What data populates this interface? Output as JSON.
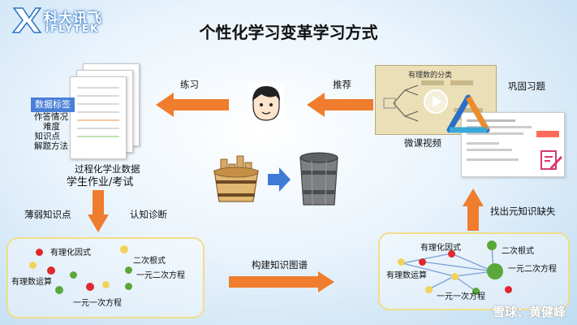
{
  "brand": {
    "name_cn": "科大讯飞",
    "name_en": "iFLYTEK"
  },
  "title": "个性化学习变革学习方式",
  "steps": {
    "practice": "练习",
    "recommend": "推荐",
    "consolidate": "巩固习题",
    "micro_video": "微课视频",
    "process_data": "过程化学业数据",
    "homework_exam": "学生作业/考试",
    "weak_points": "薄弱知识点",
    "cognitive_diagnosis": "认知诊断",
    "build_graph": "构建知识图谱",
    "find_gaps": "找出元知识缺失"
  },
  "data_tag": {
    "label": "数据标签",
    "dimensions": [
      "作答情况",
      "难度",
      "知识点",
      "解题方法"
    ]
  },
  "video": {
    "title": "有理数的分类"
  },
  "left_graph_nodes": {
    "factoring": "有理化因式",
    "quadratic_root": "二次根式",
    "rational_ops": "有理数运算",
    "quadratic_eq": "一元二次方程",
    "linear_eq": "一元一次方程"
  },
  "right_graph_nodes": {
    "factoring": "有理化因式",
    "quadratic_root": "二次根式",
    "rational_ops": "有理数运算",
    "quadratic_eq": "一元二次方程",
    "linear_eq": "一元一次方程"
  },
  "watermark": "雪球：黄健峰",
  "colors": {
    "arrow": "#ef7d2d",
    "blue_arrow": "#3f7bd6",
    "dot_red": "#e0282e",
    "dot_yellow": "#f2d35a",
    "dot_green": "#5aa83a",
    "tag": "#4a7fd8"
  }
}
